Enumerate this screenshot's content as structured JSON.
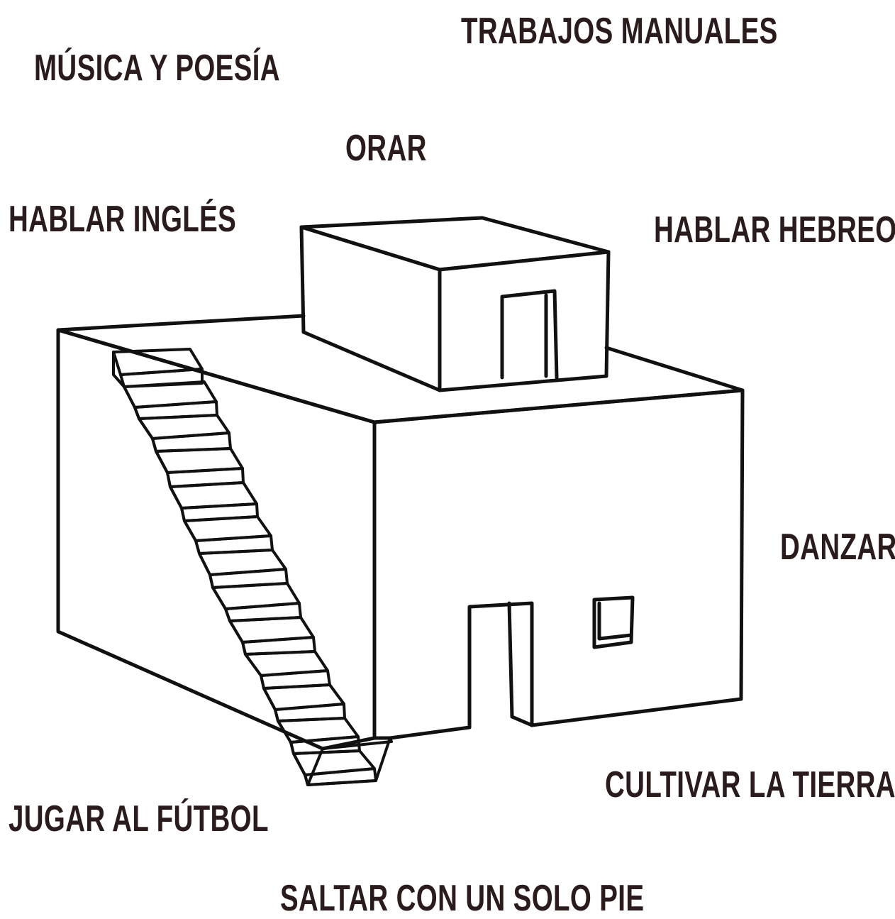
{
  "labels": {
    "trabajos_manuales": "TRABAJOS MANUALES",
    "musica_poesia": "MÚSICA Y POESÍA",
    "orar": "ORAR",
    "hablar_ingles": "HABLAR INGLÉS",
    "hablar_hebreo": "HABLAR HEBREO",
    "danzar": "DANZAR",
    "cultivar_tierra": "CULTIVAR LA TIERRA",
    "jugar_futbol": "JUGAR AL FÚTBOL",
    "saltar_pie": "SALTAR CON UN SOLO PIE"
  },
  "colors": {
    "text": "#2a1c1c",
    "line": "#111111",
    "background": "#ffffff"
  }
}
